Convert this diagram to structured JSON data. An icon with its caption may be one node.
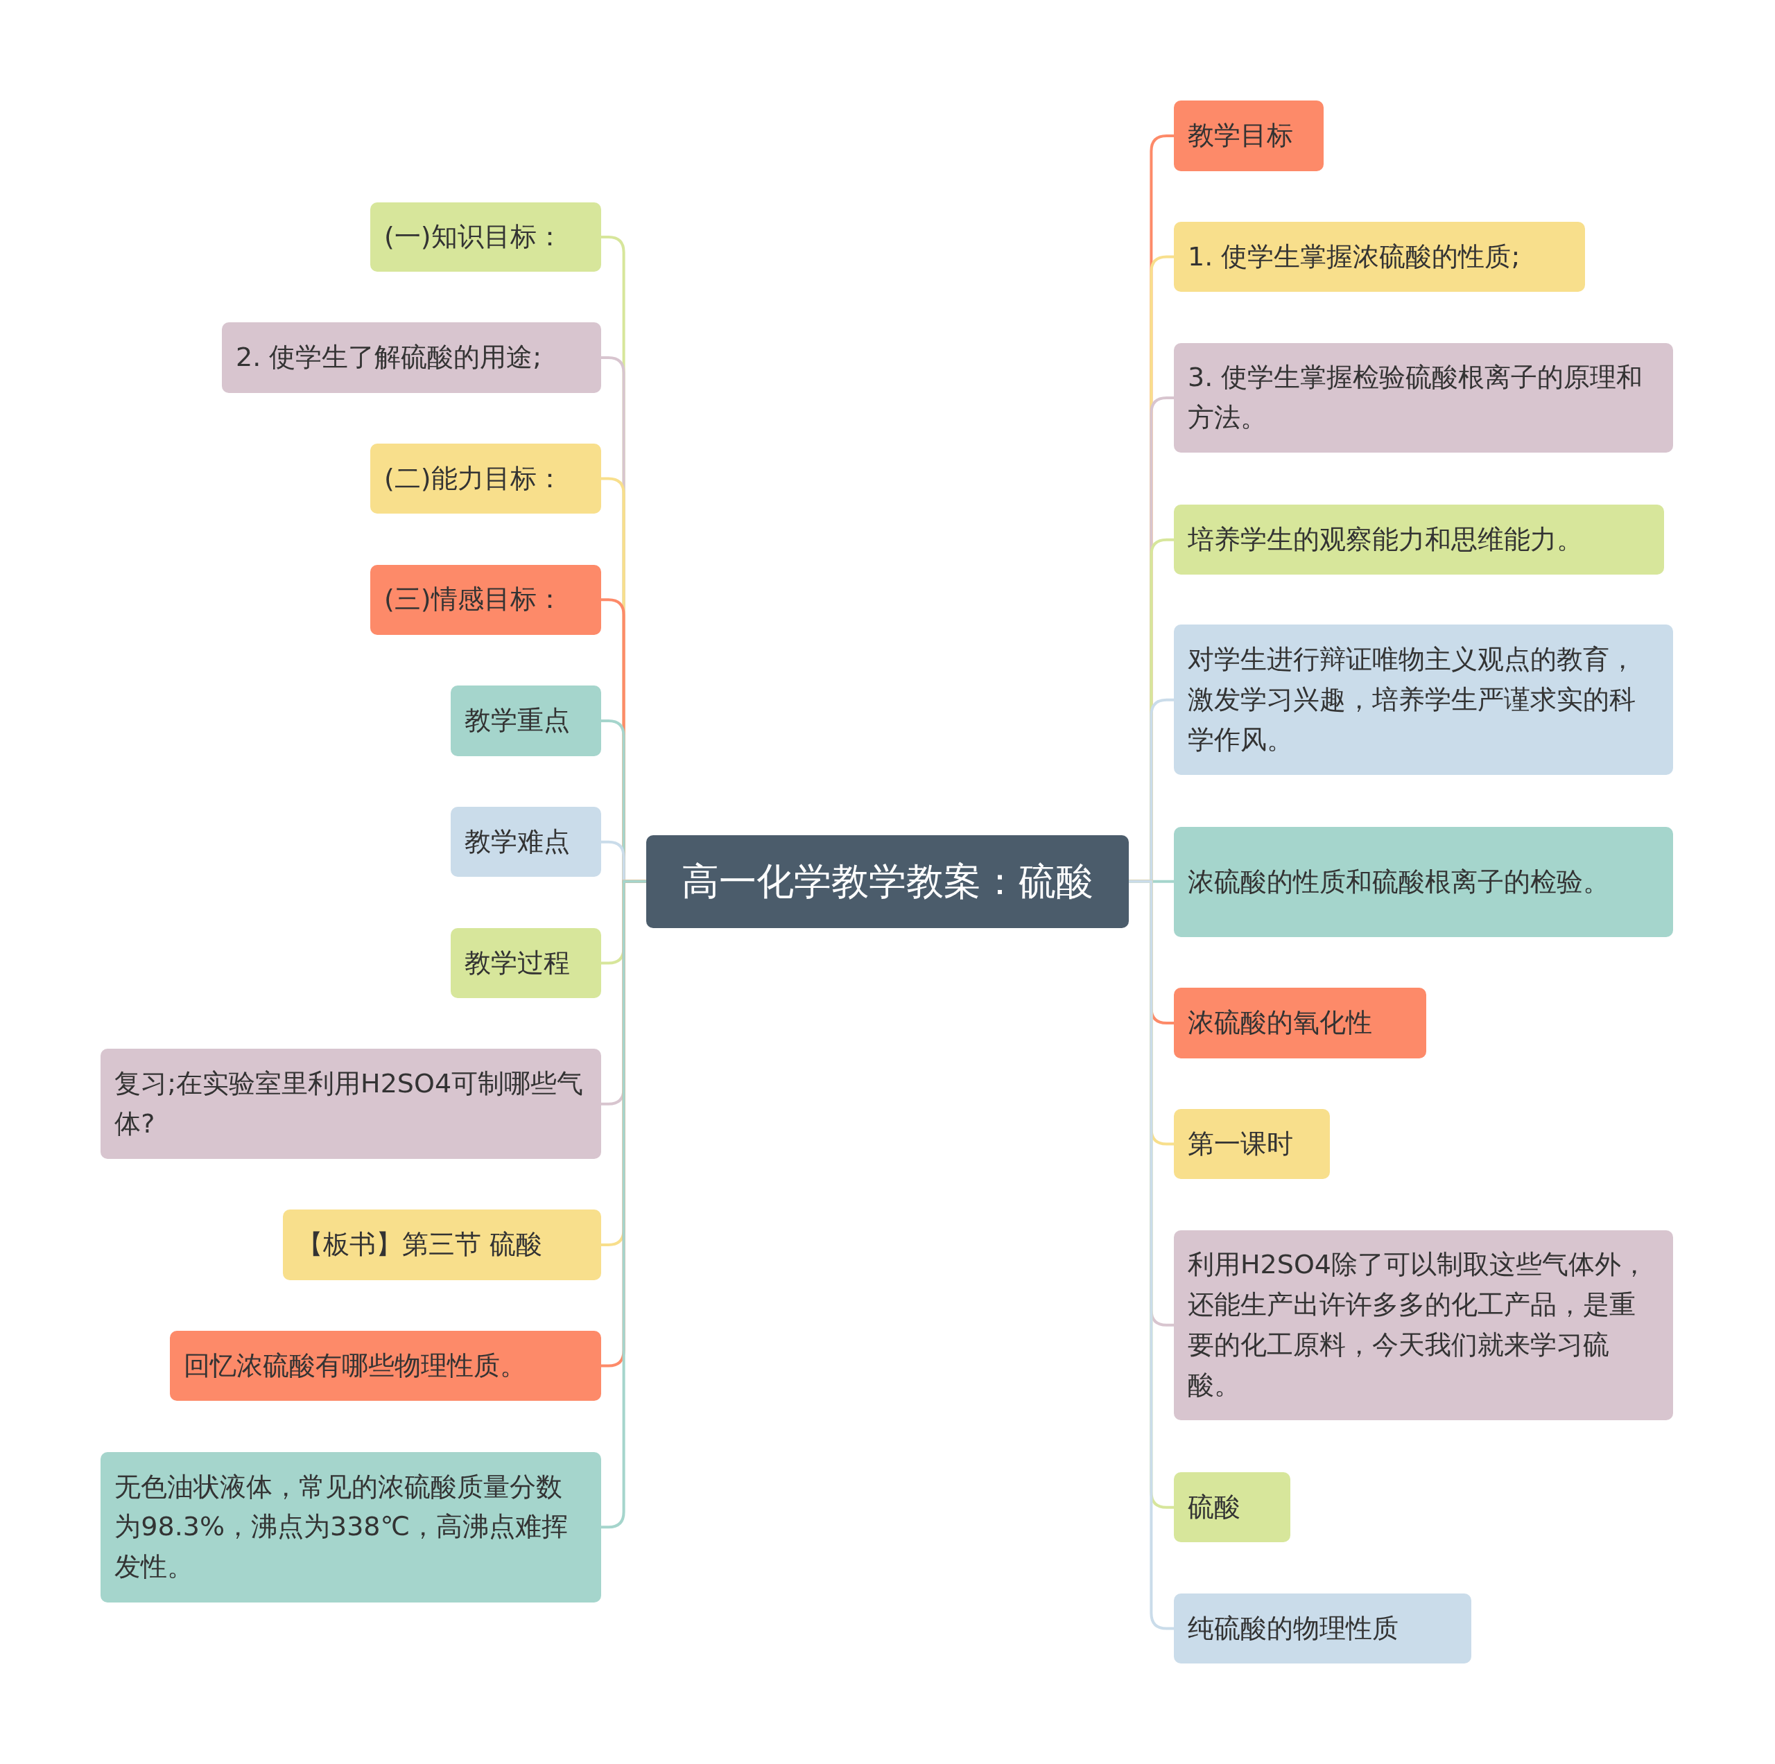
{
  "diagram": {
    "nodes": [
      {
        "text": [
          "高一化学教学教案：硫酸"
        ]
      },
      {
        "text": [
          "(一)知识目标："
        ]
      },
      {
        "text": [
          "2. 使学生了解硫酸的用途;"
        ]
      },
      {
        "text": [
          "(二)能力目标："
        ]
      },
      {
        "text": [
          "(三)情感目标："
        ]
      },
      {
        "text": [
          "教学重点"
        ]
      },
      {
        "text": [
          "教学难点"
        ]
      },
      {
        "text": [
          "教学过程"
        ]
      },
      {
        "text": [
          "复习;在实验室里利用H2SO4可制哪些气体?"
        ]
      },
      {
        "text": [
          "【板书】第三节 硫酸"
        ]
      },
      {
        "text": [
          "回忆浓硫酸有哪些物理性质。"
        ]
      },
      {
        "text": [
          "无色油状液体，常见的浓硫酸质量分数为98.3%，沸点为338℃，高沸点难挥发性。"
        ]
      },
      {
        "text": [
          "教学目标"
        ]
      },
      {
        "text": [
          "1. 使学生掌握浓硫酸的性质;"
        ]
      },
      {
        "text": [
          "3. 使学生掌握检验硫酸根离子的原理和方法。"
        ]
      },
      {
        "text": [
          "培养学生的观察能力和思维能力。"
        ]
      },
      {
        "text": [
          "对学生进行辩证唯物主义观点的教育，激发学习兴趣，培养学生严谨求实的科学作风。"
        ]
      },
      {
        "text": [
          "浓硫酸的性质和硫酸根离子的检验。"
        ]
      },
      {
        "text": [
          "浓硫酸的氧化性"
        ]
      },
      {
        "text": [
          "第一课时"
        ]
      },
      {
        "text": [
          "利用H2SO4除了可以制取这些气体外，还能生产出许许多多的化工产品，是重要的化工原料，今天我们就来学习硫酸。"
        ]
      },
      {
        "text": [
          "硫酸"
        ]
      },
      {
        "text": [
          "纯硫酸的物理性质"
        ]
      }
    ],
    "edges": [
      {
        "from": 0,
        "to": 1,
        "arrow": "none",
        "color": "#d7e69b"
      },
      {
        "from": 0,
        "to": 2,
        "arrow": "none",
        "color": "#d8c5cf"
      },
      {
        "from": 0,
        "to": 3,
        "arrow": "none",
        "color": "#f8df8c"
      },
      {
        "from": 0,
        "to": 4,
        "arrow": "none",
        "color": "#fd8a69"
      },
      {
        "from": 0,
        "to": 5,
        "arrow": "none",
        "color": "#a5d5cc"
      },
      {
        "from": 0,
        "to": 6,
        "arrow": "none",
        "color": "#cadcea"
      },
      {
        "from": 0,
        "to": 7,
        "arrow": "none",
        "color": "#d7e69b"
      },
      {
        "from": 0,
        "to": 8,
        "arrow": "none",
        "color": "#d8c5cf"
      },
      {
        "from": 0,
        "to": 9,
        "arrow": "none",
        "color": "#f8df8c"
      },
      {
        "from": 0,
        "to": 10,
        "arrow": "none",
        "color": "#fd8a69"
      },
      {
        "from": 0,
        "to": 11,
        "arrow": "none",
        "color": "#a5d5cc"
      },
      {
        "from": 0,
        "to": 12,
        "arrow": "none",
        "color": "#fd8a69"
      },
      {
        "from": 0,
        "to": 13,
        "arrow": "none",
        "color": "#f8df8c"
      },
      {
        "from": 0,
        "to": 14,
        "arrow": "none",
        "color": "#d8c5cf"
      },
      {
        "from": 0,
        "to": 15,
        "arrow": "none",
        "color": "#d7e69b"
      },
      {
        "from": 0,
        "to": 16,
        "arrow": "none",
        "color": "#cadcea"
      },
      {
        "from": 0,
        "to": 17,
        "arrow": "none",
        "color": "#a5d5cc"
      },
      {
        "from": 0,
        "to": 18,
        "arrow": "none",
        "color": "#fd8a69"
      },
      {
        "from": 0,
        "to": 19,
        "arrow": "none",
        "color": "#f8df8c"
      },
      {
        "from": 0,
        "to": 20,
        "arrow": "none",
        "color": "#d8c5cf"
      },
      {
        "from": 0,
        "to": 21,
        "arrow": "none",
        "color": "#d7e69b"
      },
      {
        "from": 0,
        "to": 22,
        "arrow": "none",
        "color": "#cadcea"
      }
    ]
  }
}
